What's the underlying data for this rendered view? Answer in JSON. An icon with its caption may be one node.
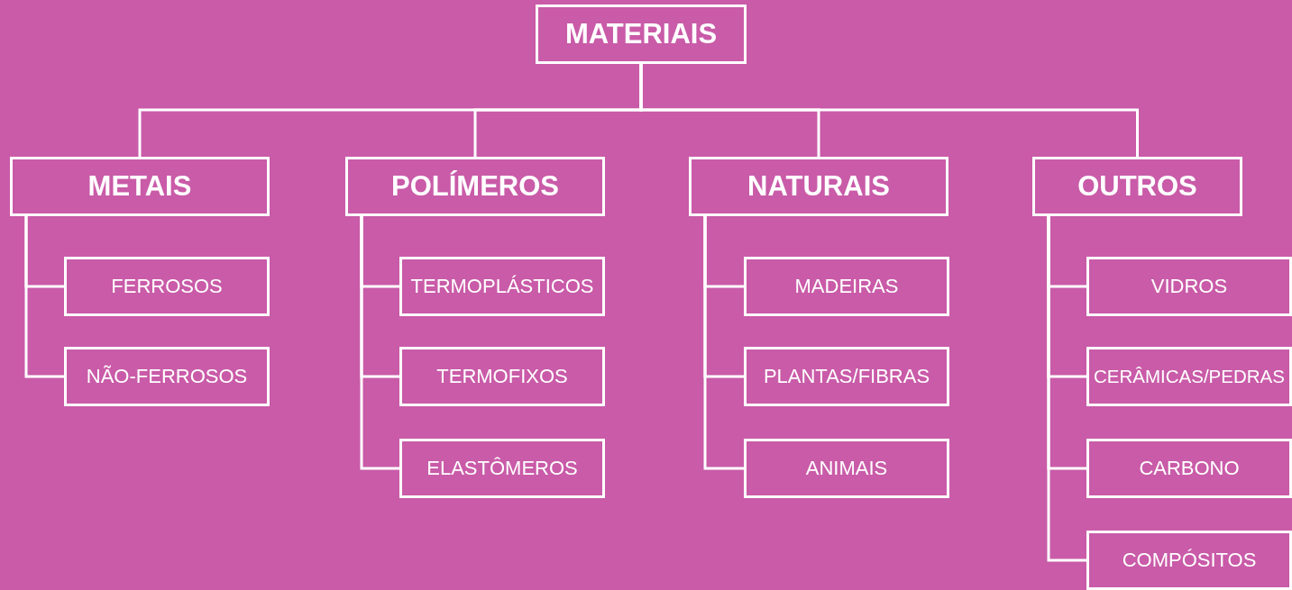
{
  "diagram": {
    "nodes": [
      {
        "text": [
          "MATERIAIS"
        ]
      },
      {
        "text": [
          "METAIS"
        ]
      },
      {
        "text": [
          "POLÍMEROS"
        ]
      },
      {
        "text": [
          "NATURAIS"
        ]
      },
      {
        "text": [
          "OUTROS"
        ]
      },
      {
        "text": [
          "FERROSOS"
        ]
      },
      {
        "text": [
          "NÃO-FERROSOS"
        ]
      },
      {
        "text": [
          "TERMOPLÁSTICOS"
        ]
      },
      {
        "text": [
          "TERMOFIXOS"
        ]
      },
      {
        "text": [
          "ELASTÔMEROS"
        ]
      },
      {
        "text": [
          "MADEIRAS"
        ]
      },
      {
        "text": [
          "PLANTAS/FIBRAS"
        ]
      },
      {
        "text": [
          "ANIMAIS"
        ]
      },
      {
        "text": [
          "VIDROS"
        ]
      },
      {
        "text": [
          "CERÂMICAS/PEDRAS"
        ]
      },
      {
        "text": [
          "CARBONO"
        ]
      },
      {
        "text": [
          "COMPÓSITOS"
        ]
      }
    ],
    "edges": [
      {
        "from": 0,
        "to": 1,
        "arrow": "none"
      },
      {
        "from": 0,
        "to": 2,
        "arrow": "none"
      },
      {
        "from": 0,
        "to": 3,
        "arrow": "none"
      },
      {
        "from": 0,
        "to": 4,
        "arrow": "none"
      },
      {
        "from": 1,
        "to": 5,
        "arrow": "none"
      },
      {
        "from": 1,
        "to": 6,
        "arrow": "none"
      },
      {
        "from": 2,
        "to": 7,
        "arrow": "none"
      },
      {
        "from": 2,
        "to": 8,
        "arrow": "none"
      },
      {
        "from": 2,
        "to": 9,
        "arrow": "none"
      },
      {
        "from": 3,
        "to": 10,
        "arrow": "none"
      },
      {
        "from": 3,
        "to": 11,
        "arrow": "none"
      },
      {
        "from": 3,
        "to": 12,
        "arrow": "none"
      },
      {
        "from": 4,
        "to": 13,
        "arrow": "none"
      },
      {
        "from": 4,
        "to": 14,
        "arrow": "none"
      },
      {
        "from": 4,
        "to": 15,
        "arrow": "none"
      },
      {
        "from": 4,
        "to": 16,
        "arrow": "none"
      }
    ]
  }
}
